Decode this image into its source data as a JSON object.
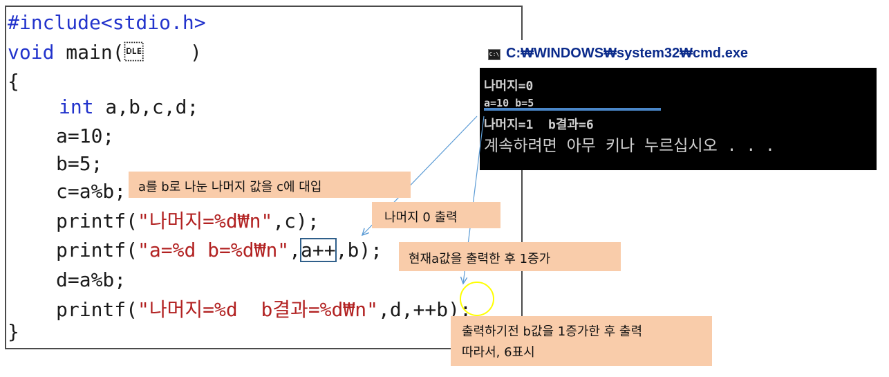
{
  "code": {
    "line1": "#include<stdio.h>",
    "line2_kw": "void",
    "line2_rest": " main(\u0010    )",
    "line3": "{",
    "line4_kw": "int",
    "line4_rest": " a,b,c,d;",
    "line5": "a=10;",
    "line6": "b=5;",
    "line7": "c=a%b;",
    "line8_pre": "printf(",
    "line8_str": "\"나머지=%d₩n\"",
    "line8_post": ",c);",
    "line9_pre": "printf(",
    "line9_str": "\"a=%d b=%d₩n\"",
    "line9_mid": ",",
    "line9_box": "a++",
    "line9_post": ",b);",
    "line10": "d=a%b;",
    "line11_pre": "printf(",
    "line11_str": "\"나머지=%d  b결과=%d₩n\"",
    "line11_mid": ",d,",
    "line11_circ": "++b",
    "line11_post": ");",
    "line12": "}"
  },
  "console": {
    "icon_label": "C:\\",
    "title": "C:₩WINDOWS₩system32₩cmd.exe",
    "lines": [
      "나머지=0",
      "a=10 b=5",
      "나머지=1  b결과=6",
      "계속하려면 아무 키나 누르십시오 . . ."
    ]
  },
  "notes": {
    "n1": "a를 b로 나눈 나머지 값을 c에 대입",
    "n2": "나머지 0 출력",
    "n3": "현재a값을 출력한 후 1증가",
    "n4_line1": "출력하기전 b값을 1증가한 후 출력",
    "n4_line2": "따라서, 6표시"
  },
  "colors": {
    "note_bg": "#f9ccaa",
    "keyword": "#2233cc",
    "string": "#b22222",
    "highlight_circle": "#ffff00",
    "underline": "#4a86c8",
    "arrow": "#5b9bd5"
  }
}
